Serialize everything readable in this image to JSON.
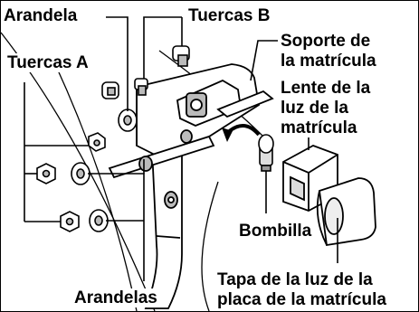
{
  "labels": {
    "arandela": "Arandela",
    "tuercas_b": "Tuercas B",
    "soporte_l1": "Soporte de",
    "soporte_l2": "la matrícula",
    "tuercas_a": "Tuercas A",
    "lente_l1": "Lente de la",
    "lente_l2": "luz de la",
    "lente_l3": "matrícula",
    "bombilla": "Bombilla",
    "tapa_l1": "Tapa de la luz de la",
    "tapa_l2": "placa de la matrícula",
    "arandelas": "Arandelas"
  },
  "colors": {
    "line": "#000000",
    "part_fill": "#ffffff",
    "shade": "#d9d9d9",
    "dark": "#444444"
  }
}
